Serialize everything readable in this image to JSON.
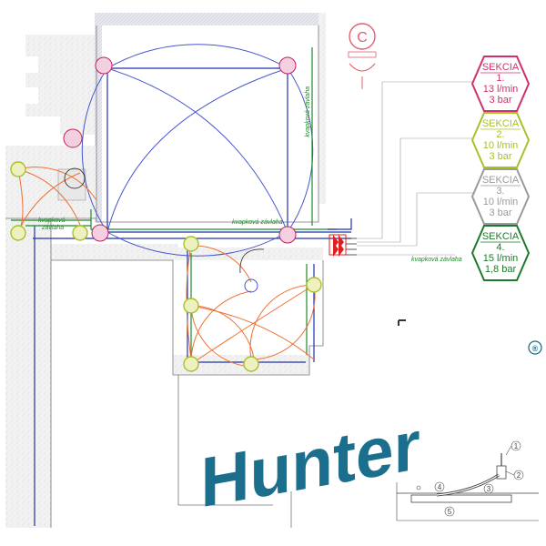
{
  "sections": [
    {
      "label": "SEKCIA",
      "number": "1.",
      "flow": "13 l/min",
      "pressure": "3 bar",
      "color": "#d0306e"
    },
    {
      "label": "SEKCIA",
      "number": "2.",
      "flow": "10 l/min",
      "pressure": "3 bar",
      "color": "#a8c02a"
    },
    {
      "label": "SEKCIA",
      "number": "3.",
      "flow": "10 l/min",
      "pressure": "3 bar",
      "color": "#9a9a9a"
    },
    {
      "label": "SEKCIA",
      "number": "4.",
      "flow": "15 l/min",
      "pressure": "1,8 bar",
      "color": "#1d7a2a"
    }
  ],
  "drip_label": "kvapková závlaha",
  "drip_label_left": [
    "kvapková",
    "závlaha"
  ],
  "controller_symbol": "C",
  "brand": {
    "name": "Hunter",
    "registered": "®",
    "color": "#1b6e8c"
  },
  "detail_callouts": [
    "1",
    "2",
    "3",
    "4",
    "5"
  ],
  "colors": {
    "blue_pipe": "#2233aa",
    "green_pipe": "#1d8a2a",
    "orange_arc": "#f07030",
    "spray_blue": "#4455cc",
    "valve_red": "#e02020",
    "symbol_pink": "#e06070"
  }
}
